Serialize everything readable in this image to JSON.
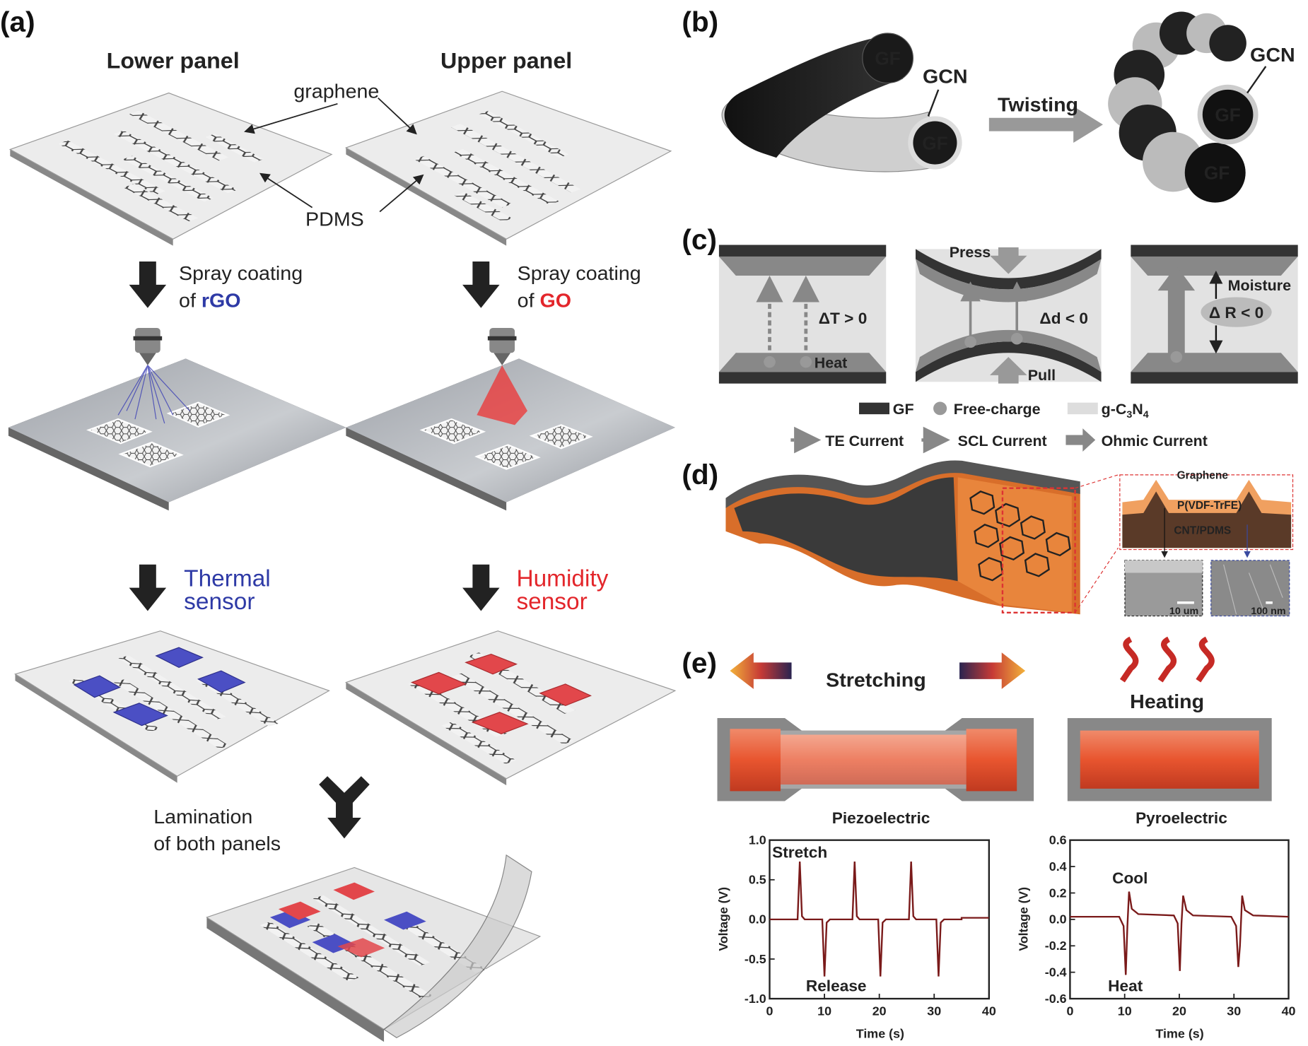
{
  "panel_labels": {
    "a": "(a)",
    "b": "(b)",
    "c": "(c)",
    "d": "(d)",
    "e": "(e)"
  },
  "panel_a": {
    "lower_panel": "Lower panel",
    "upper_panel": "Upper panel",
    "graphene": "graphene",
    "pdms": "PDMS",
    "step1_left": {
      "line1": "Spray coating",
      "of": "of ",
      "material": "rGO"
    },
    "step1_right": {
      "line1": "Spray coating",
      "of": "of ",
      "material": "GO"
    },
    "step2_left": {
      "line1": "Thermal",
      "line2": "sensor"
    },
    "step2_right": {
      "line1": "Humidity",
      "line2": "sensor"
    },
    "lamination": {
      "line1": "Lamination",
      "line2": "of both panels"
    },
    "colors": {
      "rGO": "#2e3aa6",
      "GO": "#e3262b",
      "thermal_pad": "#4b4fc4",
      "humidity_pad": "#e2474b"
    }
  },
  "panel_b": {
    "gf": "GF",
    "gcn": "GCN",
    "twisting": "Twisting"
  },
  "panel_c": {
    "delta_t": "ΔT > 0",
    "heat": "Heat",
    "press": "Press",
    "pull": "Pull",
    "delta_d": "Δd < 0",
    "moisture": "Moisture",
    "delta_r": "Δ R < 0",
    "legend": {
      "gf": "GF",
      "free_charge": "Free-charge",
      "gcn": {
        "a": "g-C",
        "b": "3",
        "c": "N",
        "d": "4"
      },
      "te": "TE Current",
      "scl": "SCL Current",
      "ohmic": "Ohmic Current"
    }
  },
  "panel_d": {
    "graphene": "Graphene",
    "pvdf": "P(VDF-TrFE)",
    "cnt": "CNT/PDMS",
    "scale1": "10 um",
    "scale2": "100 nm"
  },
  "panel_e": {
    "stretching": "Stretching",
    "heating": "Heating"
  },
  "chart_data": [
    {
      "type": "line",
      "title": "Piezoelectric",
      "xlabel": "Time (s)",
      "ylabel": "Voltage (V)",
      "xlim": [
        0,
        40
      ],
      "ylim": [
        -1.0,
        1.0
      ],
      "xticks": [
        "0",
        "10",
        "20",
        "30",
        "40"
      ],
      "yticks": [
        "1.0",
        "0.5",
        "0.0",
        "-0.5",
        "-1.0"
      ],
      "annotations": [
        "Stretch",
        "Release"
      ],
      "color": "#7a1a1a",
      "points": [
        [
          0,
          0
        ],
        [
          5.1,
          0
        ],
        [
          5.5,
          0.73
        ],
        [
          5.9,
          0.04
        ],
        [
          6.4,
          0
        ],
        [
          9.6,
          0
        ],
        [
          10.0,
          -0.72
        ],
        [
          10.4,
          -0.04
        ],
        [
          11,
          0
        ],
        [
          15.1,
          0
        ],
        [
          15.5,
          0.73
        ],
        [
          15.9,
          0.04
        ],
        [
          16.4,
          0
        ],
        [
          19.8,
          0
        ],
        [
          20.2,
          -0.72
        ],
        [
          20.6,
          -0.04
        ],
        [
          21.2,
          0
        ],
        [
          25.4,
          0
        ],
        [
          25.8,
          0.73
        ],
        [
          26.2,
          0.04
        ],
        [
          26.7,
          0
        ],
        [
          30.4,
          0
        ],
        [
          30.8,
          -0.72
        ],
        [
          31.2,
          -0.04
        ],
        [
          31.8,
          0
        ],
        [
          35,
          0
        ],
        [
          35,
          0.02
        ],
        [
          40,
          0.02
        ]
      ]
    },
    {
      "type": "line",
      "title": "Pyroelectric",
      "xlabel": "Time (s)",
      "ylabel": "Voltage (V)",
      "xlim": [
        0,
        40
      ],
      "ylim": [
        -0.6,
        0.6
      ],
      "xticks": [
        "0",
        "10",
        "20",
        "30",
        "40"
      ],
      "yticks": [
        "0.6",
        "0.4",
        "0.2",
        "0.0",
        "-0.2",
        "-0.4",
        "-0.6"
      ],
      "annotations": [
        "Cool",
        "Heat"
      ],
      "color": "#7a1a1a",
      "points": [
        [
          0,
          0.02
        ],
        [
          9,
          0.02
        ],
        [
          9.8,
          -0.05
        ],
        [
          10.2,
          -0.42
        ],
        [
          10.5,
          -0.05
        ],
        [
          10.8,
          0.21
        ],
        [
          11.3,
          0.08
        ],
        [
          12.5,
          0.04
        ],
        [
          19,
          0.03
        ],
        [
          19.7,
          -0.03
        ],
        [
          20.1,
          -0.39
        ],
        [
          20.4,
          -0.03
        ],
        [
          20.7,
          0.18
        ],
        [
          21.3,
          0.07
        ],
        [
          22.5,
          0.03
        ],
        [
          29.5,
          0.02
        ],
        [
          30.4,
          -0.05
        ],
        [
          30.8,
          -0.36
        ],
        [
          31.1,
          -0.2
        ],
        [
          31.5,
          0.18
        ],
        [
          32,
          0.07
        ],
        [
          33.5,
          0.03
        ],
        [
          40,
          0.02
        ]
      ]
    }
  ]
}
